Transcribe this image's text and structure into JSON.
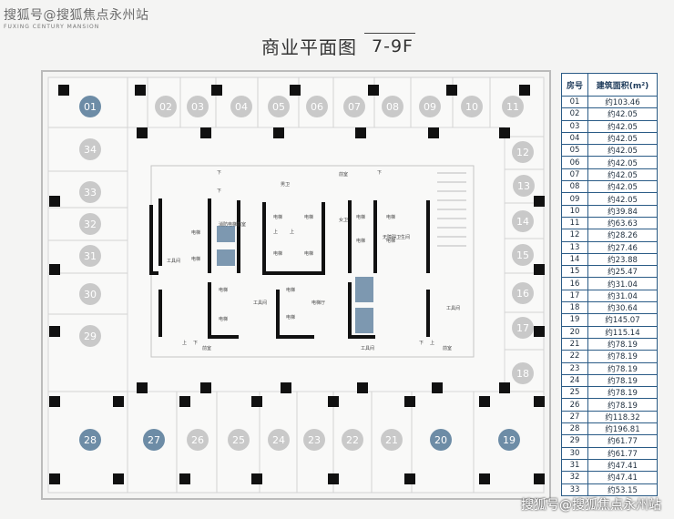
{
  "watermark_top": "搜狐号@搜狐焦点永州站",
  "watermark_sub": "FUXING CENTURY MANSION",
  "watermark_bottom": "搜狐号@搜狐焦点永州站",
  "title": "商业平面图",
  "floor": "7-9F",
  "table": {
    "headers": [
      "房号",
      "建筑面积(m²)"
    ],
    "rows": [
      [
        "01",
        "约103.46"
      ],
      [
        "02",
        "约42.05"
      ],
      [
        "03",
        "约42.05"
      ],
      [
        "04",
        "约42.05"
      ],
      [
        "05",
        "约42.05"
      ],
      [
        "06",
        "约42.05"
      ],
      [
        "07",
        "约42.05"
      ],
      [
        "08",
        "约42.05"
      ],
      [
        "09",
        "约42.05"
      ],
      [
        "10",
        "约39.84"
      ],
      [
        "11",
        "约63.63"
      ],
      [
        "12",
        "约28.26"
      ],
      [
        "13",
        "约27.46"
      ],
      [
        "14",
        "约23.88"
      ],
      [
        "15",
        "约25.47"
      ],
      [
        "16",
        "约31.04"
      ],
      [
        "17",
        "约31.04"
      ],
      [
        "18",
        "约30.64"
      ],
      [
        "19",
        "约145.07"
      ],
      [
        "20",
        "约115.14"
      ],
      [
        "21",
        "约78.19"
      ],
      [
        "22",
        "约78.19"
      ],
      [
        "23",
        "约78.19"
      ],
      [
        "24",
        "约78.19"
      ],
      [
        "25",
        "约78.19"
      ],
      [
        "26",
        "约78.19"
      ],
      [
        "27",
        "约118.32"
      ],
      [
        "28",
        "约196.81"
      ],
      [
        "29",
        "约61.77"
      ],
      [
        "30",
        "约61.77"
      ],
      [
        "31",
        "约47.41"
      ],
      [
        "32",
        "约47.41"
      ],
      [
        "33",
        "约53.15"
      ]
    ]
  },
  "units": [
    {
      "no": "01",
      "hl": true
    },
    {
      "no": "02",
      "hl": false
    },
    {
      "no": "03",
      "hl": false
    },
    {
      "no": "04",
      "hl": false
    },
    {
      "no": "05",
      "hl": false
    },
    {
      "no": "06",
      "hl": false
    },
    {
      "no": "07",
      "hl": false
    },
    {
      "no": "08",
      "hl": false
    },
    {
      "no": "09",
      "hl": false
    },
    {
      "no": "10",
      "hl": false
    },
    {
      "no": "11",
      "hl": false
    },
    {
      "no": "12",
      "hl": false
    },
    {
      "no": "13",
      "hl": false
    },
    {
      "no": "14",
      "hl": false
    },
    {
      "no": "15",
      "hl": false
    },
    {
      "no": "16",
      "hl": false
    },
    {
      "no": "17",
      "hl": false
    },
    {
      "no": "18",
      "hl": false
    },
    {
      "no": "19",
      "hl": true
    },
    {
      "no": "20",
      "hl": true
    },
    {
      "no": "21",
      "hl": false
    },
    {
      "no": "22",
      "hl": false
    },
    {
      "no": "23",
      "hl": false
    },
    {
      "no": "24",
      "hl": false
    },
    {
      "no": "25",
      "hl": false
    },
    {
      "no": "26",
      "hl": false
    },
    {
      "no": "27",
      "hl": true
    },
    {
      "no": "28",
      "hl": true
    },
    {
      "no": "29",
      "hl": false
    },
    {
      "no": "30",
      "hl": false
    },
    {
      "no": "31",
      "hl": false
    },
    {
      "no": "32",
      "hl": false
    },
    {
      "no": "33",
      "hl": false
    },
    {
      "no": "34",
      "hl": false
    }
  ],
  "core_labels": {
    "elevator": "电梯",
    "tool_room": "工具间",
    "fire_front": "前室",
    "strong": "强弱电",
    "lobby": "电梯厅",
    "toilet_m": "男卫",
    "toilet_f": "女卫",
    "fire_elev": "消防电梯前室",
    "accessible": "无障碍卫生间",
    "up": "上",
    "down": "下"
  },
  "colors": {
    "highlight_circle": "#6d8ca6",
    "plain_circle": "#c9c9c9",
    "table_border": "#2a5b86",
    "elevator_fill": "#7d98b0"
  }
}
